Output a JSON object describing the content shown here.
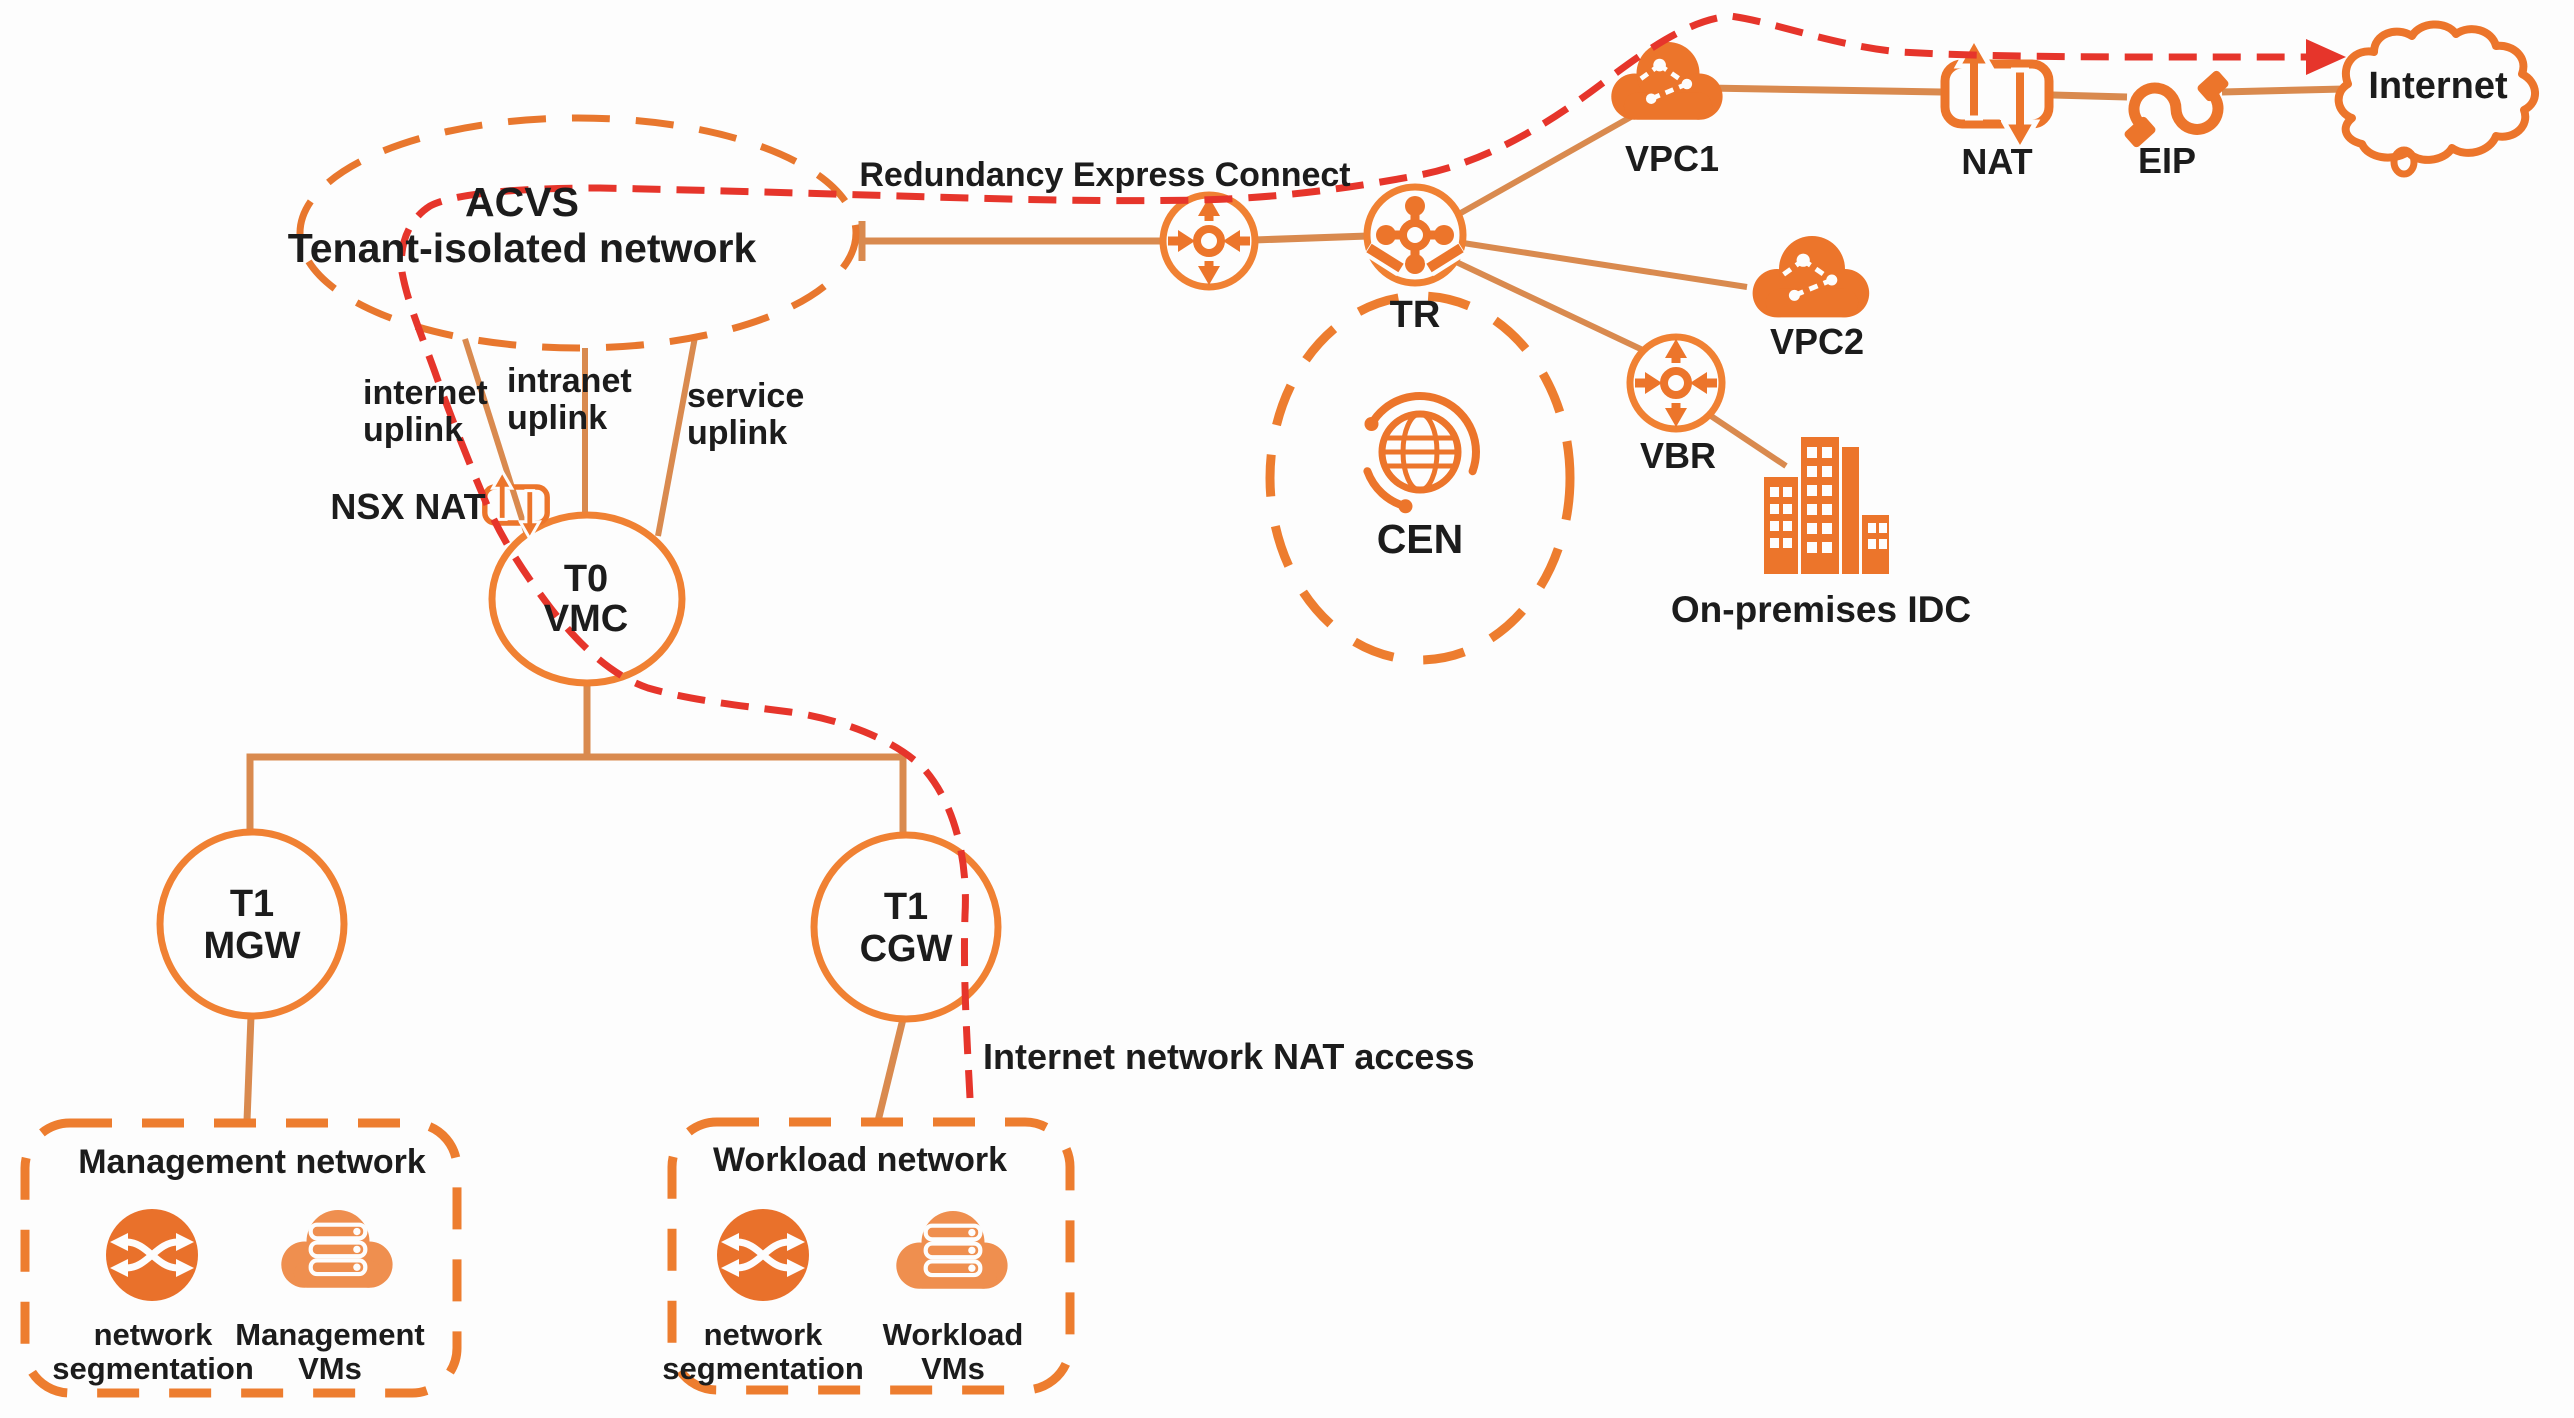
{
  "title": "ACVS tenant-isolated network architecture diagram",
  "colors": {
    "icon_orange": "#EC752B",
    "node_orange": "#F08133",
    "line_orange": "#D98A4F",
    "dash_orange": "#E8772E",
    "vm_cloud_orange": "#EF8F4F",
    "red": "#E6352B",
    "text_black": "#1C1C1C",
    "background": "#FDFDFD"
  },
  "acvs": {
    "line1": "ACVS",
    "line2": "Tenant-isolated network"
  },
  "labels": {
    "redundancy": "Redundancy Express Connect",
    "tr": "TR",
    "cen": "CEN",
    "vpc1": "VPC1",
    "vpc2": "VPC2",
    "vbr": "VBR",
    "nat": "NAT",
    "eip": "EIP",
    "internet": "Internet",
    "idc": "On-premises IDC",
    "nsx_nat": "NSX NAT",
    "nat_access": "Internet network NAT access"
  },
  "uplinks": {
    "internet_l1": "internet",
    "internet_l2": "uplink",
    "intranet_l1": "intranet",
    "intranet_l2": "uplink",
    "service_l1": "service",
    "service_l2": "uplink"
  },
  "t0": {
    "l1": "T0",
    "l2": "VMC"
  },
  "t1_mgw": {
    "l1": "T1",
    "l2": "MGW"
  },
  "t1_cgw": {
    "l1": "T1",
    "l2": "CGW"
  },
  "management_network": {
    "title": "Management network",
    "seg_l1": "network",
    "seg_l2": "segmentation",
    "vm_l1": "Management",
    "vm_l2": "VMs"
  },
  "workload_network": {
    "title": "Workload network",
    "seg_l1": "network",
    "seg_l2": "segmentation",
    "vm_l1": "Workload",
    "vm_l2": "VMs"
  }
}
